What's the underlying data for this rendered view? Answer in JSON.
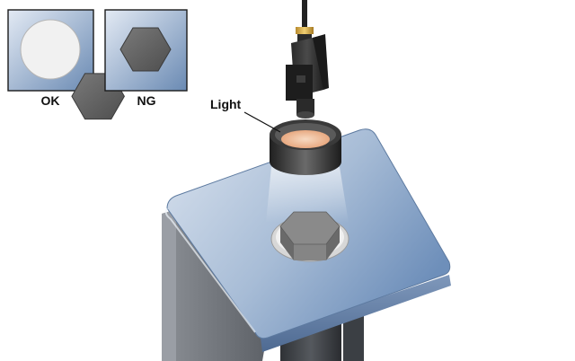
{
  "labels": {
    "ok": "OK",
    "ng": "NG",
    "light": "Light"
  },
  "colors": {
    "panel_light": "#dfe7f2",
    "panel_dark": "#6f8db5",
    "hex_face": "#6b6b6b",
    "washer": "#e8e8e8",
    "light_glow": "#f1c9a8",
    "ring_dark": "#2e2e2e"
  },
  "icons": {
    "ok_sample": "hexagon-with-washer-icon",
    "ng_sample": "hexagon-without-washer-icon"
  }
}
